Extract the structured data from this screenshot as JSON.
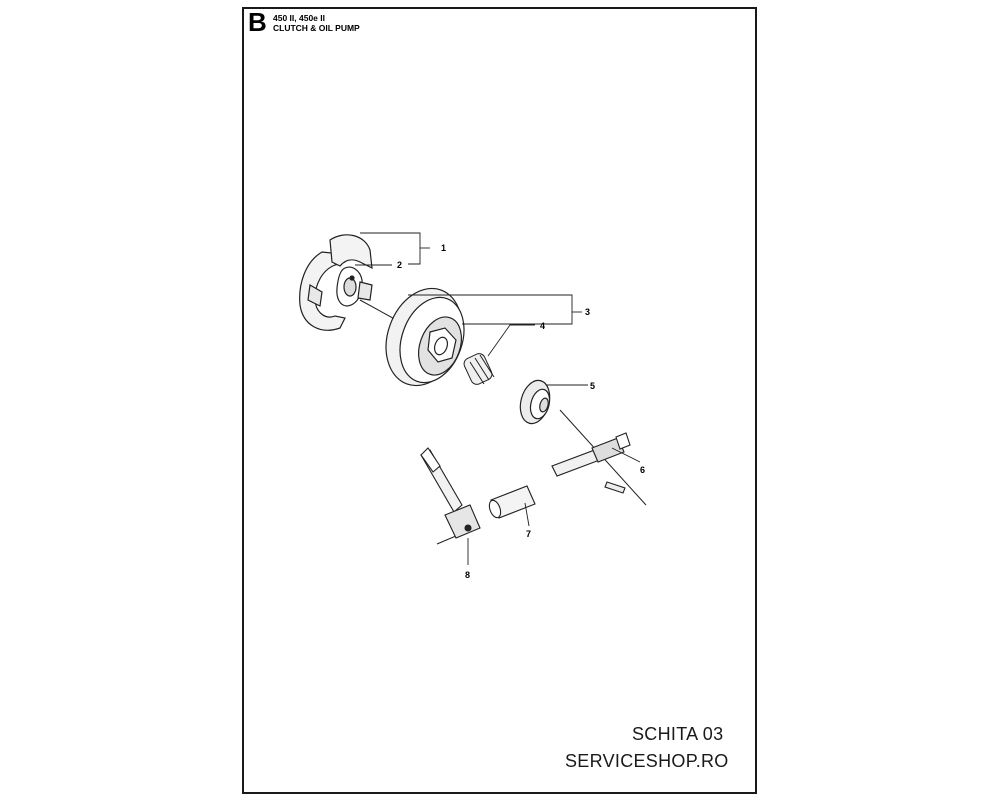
{
  "header": {
    "section_letter": "B",
    "model": "450 II, 450e II",
    "title": "CLUTCH & OIL PUMP"
  },
  "callouts": [
    "1",
    "2",
    "3",
    "4",
    "5",
    "6",
    "7",
    "8"
  ],
  "footer": {
    "sheet": "SCHITA 03",
    "shop": "SERVICESHOP.RO"
  }
}
